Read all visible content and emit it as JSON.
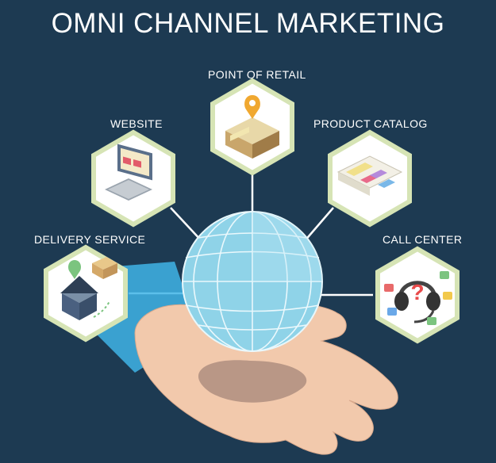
{
  "title": "OMNI CHANNEL MARKETING",
  "channels": {
    "point_of_retail": "POINT OF RETAIL",
    "website": "WEBSITE",
    "product_catalog": "PRODUCT CATALOG",
    "delivery_service": "DELIVERY SERVICE",
    "call_center": "CALL CENTER"
  },
  "colors": {
    "background": "#1d3a52",
    "hexagon_border": "#d6e4b5",
    "globe": "#8fd3e8",
    "hand": "#f2c9ac"
  }
}
